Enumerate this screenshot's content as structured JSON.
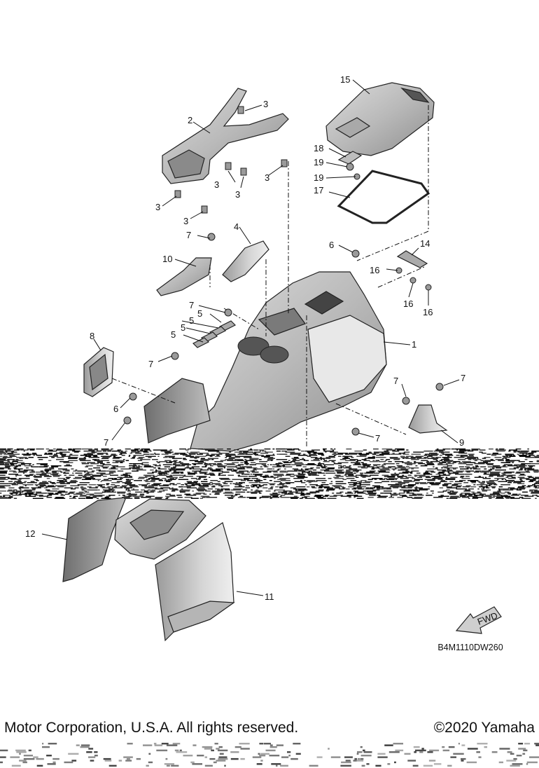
{
  "diagram": {
    "callouts": {
      "c1": "1",
      "c2": "2",
      "c3a": "3",
      "c3b": "3",
      "c3c": "3",
      "c3d": "3",
      "c3e": "3",
      "c3f": "3",
      "c4": "4",
      "c5a": "5",
      "c5b": "5",
      "c5c": "5",
      "c5d": "5",
      "c6a": "6",
      "c6b": "6",
      "c7a": "7",
      "c7b": "7",
      "c7c": "7",
      "c7d": "7",
      "c7e": "7",
      "c7f": "7",
      "c7g": "7",
      "c8": "8",
      "c9": "9",
      "c10": "10",
      "c11": "11",
      "c12": "12",
      "c14": "14",
      "c15": "15",
      "c16a": "16",
      "c16b": "16",
      "c16c": "16",
      "c17": "17",
      "c18": "18",
      "c19a": "19",
      "c19b": "19"
    },
    "fwd_label": "FWD",
    "diagram_code": "B4M1110DW260"
  },
  "footer": {
    "left_text": "Motor Corporation, U.S.A. All rights reserved.",
    "right_text": "©2020 Yamaha"
  },
  "colors": {
    "part_fill": "#c9c9c9",
    "part_dark": "#7d7d7d",
    "line": "#111111",
    "background": "#ffffff"
  }
}
